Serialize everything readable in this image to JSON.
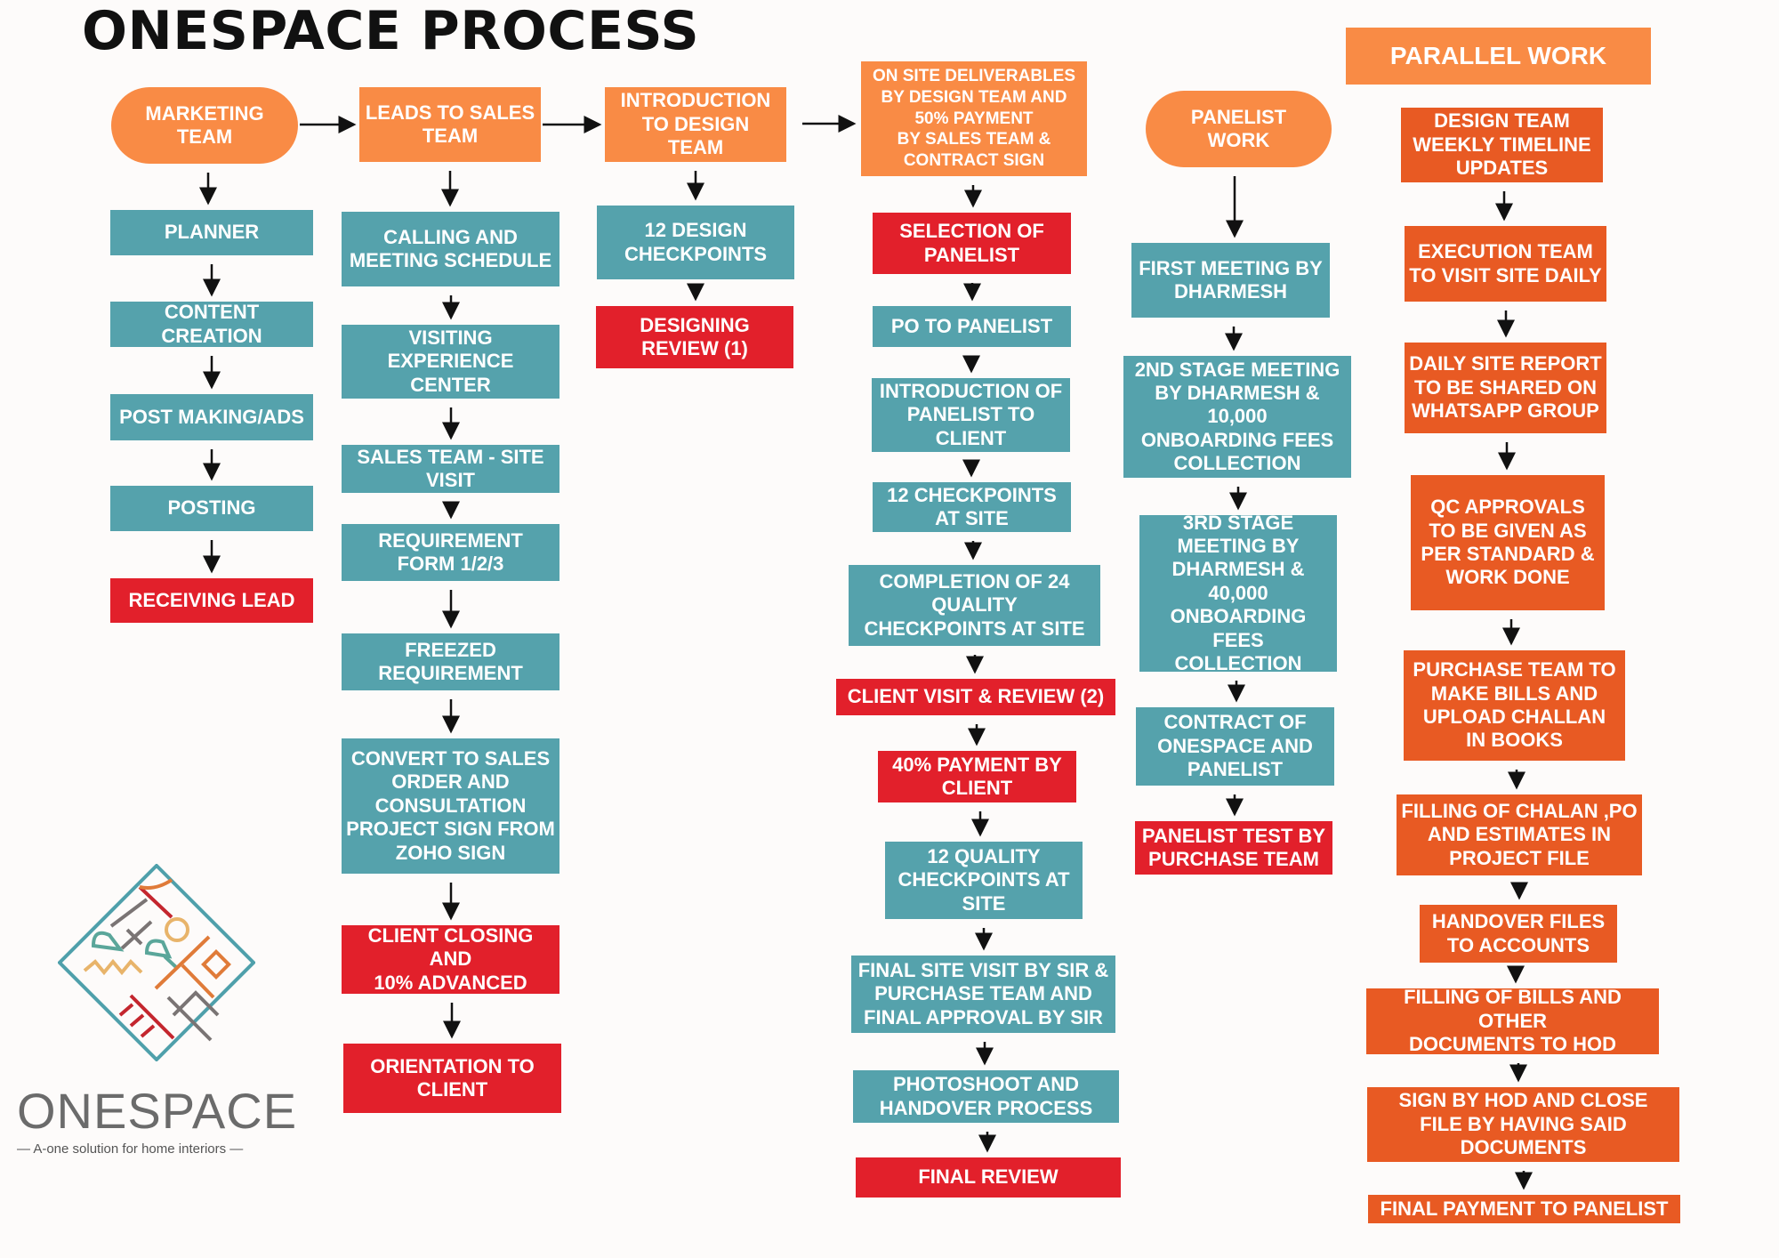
{
  "title": "ONESPACE PROCESS",
  "colors": {
    "orange": "#F98B45",
    "teal": "#55A2AC",
    "red": "#E2202B",
    "dark_orange": "#E85A23"
  },
  "brand": {
    "name": "ONESPACE",
    "tagline": "— A-one solution for home interiors —"
  },
  "columns": [
    {
      "id": "marketing",
      "boxes": [
        {
          "text": "MARKETING\nTEAM",
          "kind": "orange",
          "shape": "pill"
        },
        {
          "text": "PLANNER",
          "kind": "teal"
        },
        {
          "text": "CONTENT\nCREATION",
          "kind": "teal"
        },
        {
          "text": "POST MAKING/ADS",
          "kind": "teal"
        },
        {
          "text": "POSTING",
          "kind": "teal"
        },
        {
          "text": "RECEIVING LEAD",
          "kind": "red"
        }
      ]
    },
    {
      "id": "sales",
      "boxes": [
        {
          "text": "LEADS TO SALES\nTEAM",
          "kind": "orange"
        },
        {
          "text": "CALLING AND\nMEETING SCHEDULE",
          "kind": "teal"
        },
        {
          "text": "VISITING\nEXPERIENCE CENTER",
          "kind": "teal"
        },
        {
          "text": "SALES TEAM - SITE\nVISIT",
          "kind": "teal"
        },
        {
          "text": "REQUIREMENT\nFORM 1/2/3",
          "kind": "teal"
        },
        {
          "text": "FREEZED\nREQUIREMENT",
          "kind": "teal"
        },
        {
          "text": "CONVERT TO SALES\nORDER AND\nCONSULTATION\nPROJECT SIGN FROM\nZOHO SIGN",
          "kind": "teal"
        },
        {
          "text": "CLIENT CLOSING AND\n10% ADVANCED",
          "kind": "red"
        },
        {
          "text": "ORIENTATION TO\nCLIENT",
          "kind": "red"
        }
      ]
    },
    {
      "id": "design",
      "boxes": [
        {
          "text": "INTRODUCTION\nTO DESIGN\nTEAM",
          "kind": "orange"
        },
        {
          "text": "12 DESIGN\nCHECKPOINTS",
          "kind": "teal"
        },
        {
          "text": "DESIGNING\nREVIEW (1)",
          "kind": "red"
        }
      ]
    },
    {
      "id": "site",
      "boxes": [
        {
          "text": "ON SITE DELIVERABLES\nBY DESIGN TEAM AND\n50% PAYMENT\nBY SALES TEAM &\nCONTRACT SIGN",
          "kind": "orange",
          "shape": "small"
        },
        {
          "text": "SELECTION OF\nPANELIST",
          "kind": "red"
        },
        {
          "text": "PO TO PANELIST",
          "kind": "teal"
        },
        {
          "text": "INTRODUCTION OF\nPANELIST TO\nCLIENT",
          "kind": "teal"
        },
        {
          "text": "12 CHECKPOINTS\nAT SITE",
          "kind": "teal"
        },
        {
          "text": "COMPLETION OF 24\nQUALITY\nCHECKPOINTS AT SITE",
          "kind": "teal"
        },
        {
          "text": "CLIENT VISIT & REVIEW (2)",
          "kind": "red"
        },
        {
          "text": "40% PAYMENT BY\nCLIENT",
          "kind": "red"
        },
        {
          "text": "12 QUALITY\nCHECKPOINTS AT\nSITE",
          "kind": "teal"
        },
        {
          "text": "FINAL SITE VISIT BY SIR &\nPURCHASE TEAM AND\nFINAL APPROVAL BY SIR",
          "kind": "teal"
        },
        {
          "text": "PHOTOSHOOT AND\nHANDOVER PROCESS",
          "kind": "teal"
        },
        {
          "text": "FINAL REVIEW",
          "kind": "red"
        }
      ]
    },
    {
      "id": "panelist",
      "boxes": [
        {
          "text": "PANELIST\nWORK",
          "kind": "orange",
          "shape": "pill"
        },
        {
          "text": "FIRST MEETING BY\nDHARMESH",
          "kind": "teal"
        },
        {
          "text": "2ND STAGE MEETING\nBY DHARMESH &\n10,000\nONBOARDING FEES\nCOLLECTION",
          "kind": "teal"
        },
        {
          "text": "3RD STAGE\nMEETING BY\nDHARMESH &\n40,000\nONBOARDING FEES\nCOLLECTION",
          "kind": "teal"
        },
        {
          "text": "CONTRACT OF\nONESPACE AND\nPANELIST",
          "kind": "teal"
        },
        {
          "text": "PANELIST TEST BY\nPURCHASE TEAM",
          "kind": "red"
        }
      ]
    },
    {
      "id": "parallel",
      "boxes": [
        {
          "text": "PARALLEL WORK",
          "kind": "orange",
          "shape": "header"
        },
        {
          "text": "DESIGN TEAM\nWEEKLY TIMELINE\nUPDATES",
          "kind": "dark_orange"
        },
        {
          "text": "EXECUTION TEAM\nTO VISIT SITE DAILY",
          "kind": "dark_orange"
        },
        {
          "text": "DAILY SITE REPORT\nTO BE SHARED ON\nWHATSAPP GROUP",
          "kind": "dark_orange"
        },
        {
          "text": "QC APPROVALS\nTO BE GIVEN AS\nPER STANDARD &\nWORK DONE",
          "kind": "dark_orange"
        },
        {
          "text": "PURCHASE TEAM TO\nMAKE BILLS AND\nUPLOAD CHALLAN\nIN BOOKS",
          "kind": "dark_orange"
        },
        {
          "text": "FILLING OF CHALAN ,PO\nAND ESTIMATES IN\nPROJECT FILE",
          "kind": "dark_orange"
        },
        {
          "text": "HANDOVER FILES\nTO ACCOUNTS",
          "kind": "dark_orange"
        },
        {
          "text": "FILLING OF BILLS AND OTHER\nDOCUMENTS TO HOD",
          "kind": "dark_orange"
        },
        {
          "text": "SIGN BY HOD AND CLOSE\nFILE BY HAVING SAID\nDOCUMENTS",
          "kind": "dark_orange"
        },
        {
          "text": "FINAL PAYMENT TO PANELIST",
          "kind": "dark_orange"
        }
      ]
    }
  ]
}
